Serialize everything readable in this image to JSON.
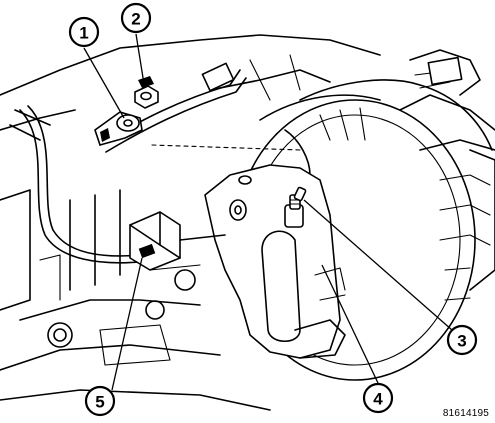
{
  "figure_id": "81614195",
  "callouts": [
    {
      "number": "1"
    },
    {
      "number": "2"
    },
    {
      "number": "3"
    },
    {
      "number": "4"
    },
    {
      "number": "5"
    }
  ]
}
